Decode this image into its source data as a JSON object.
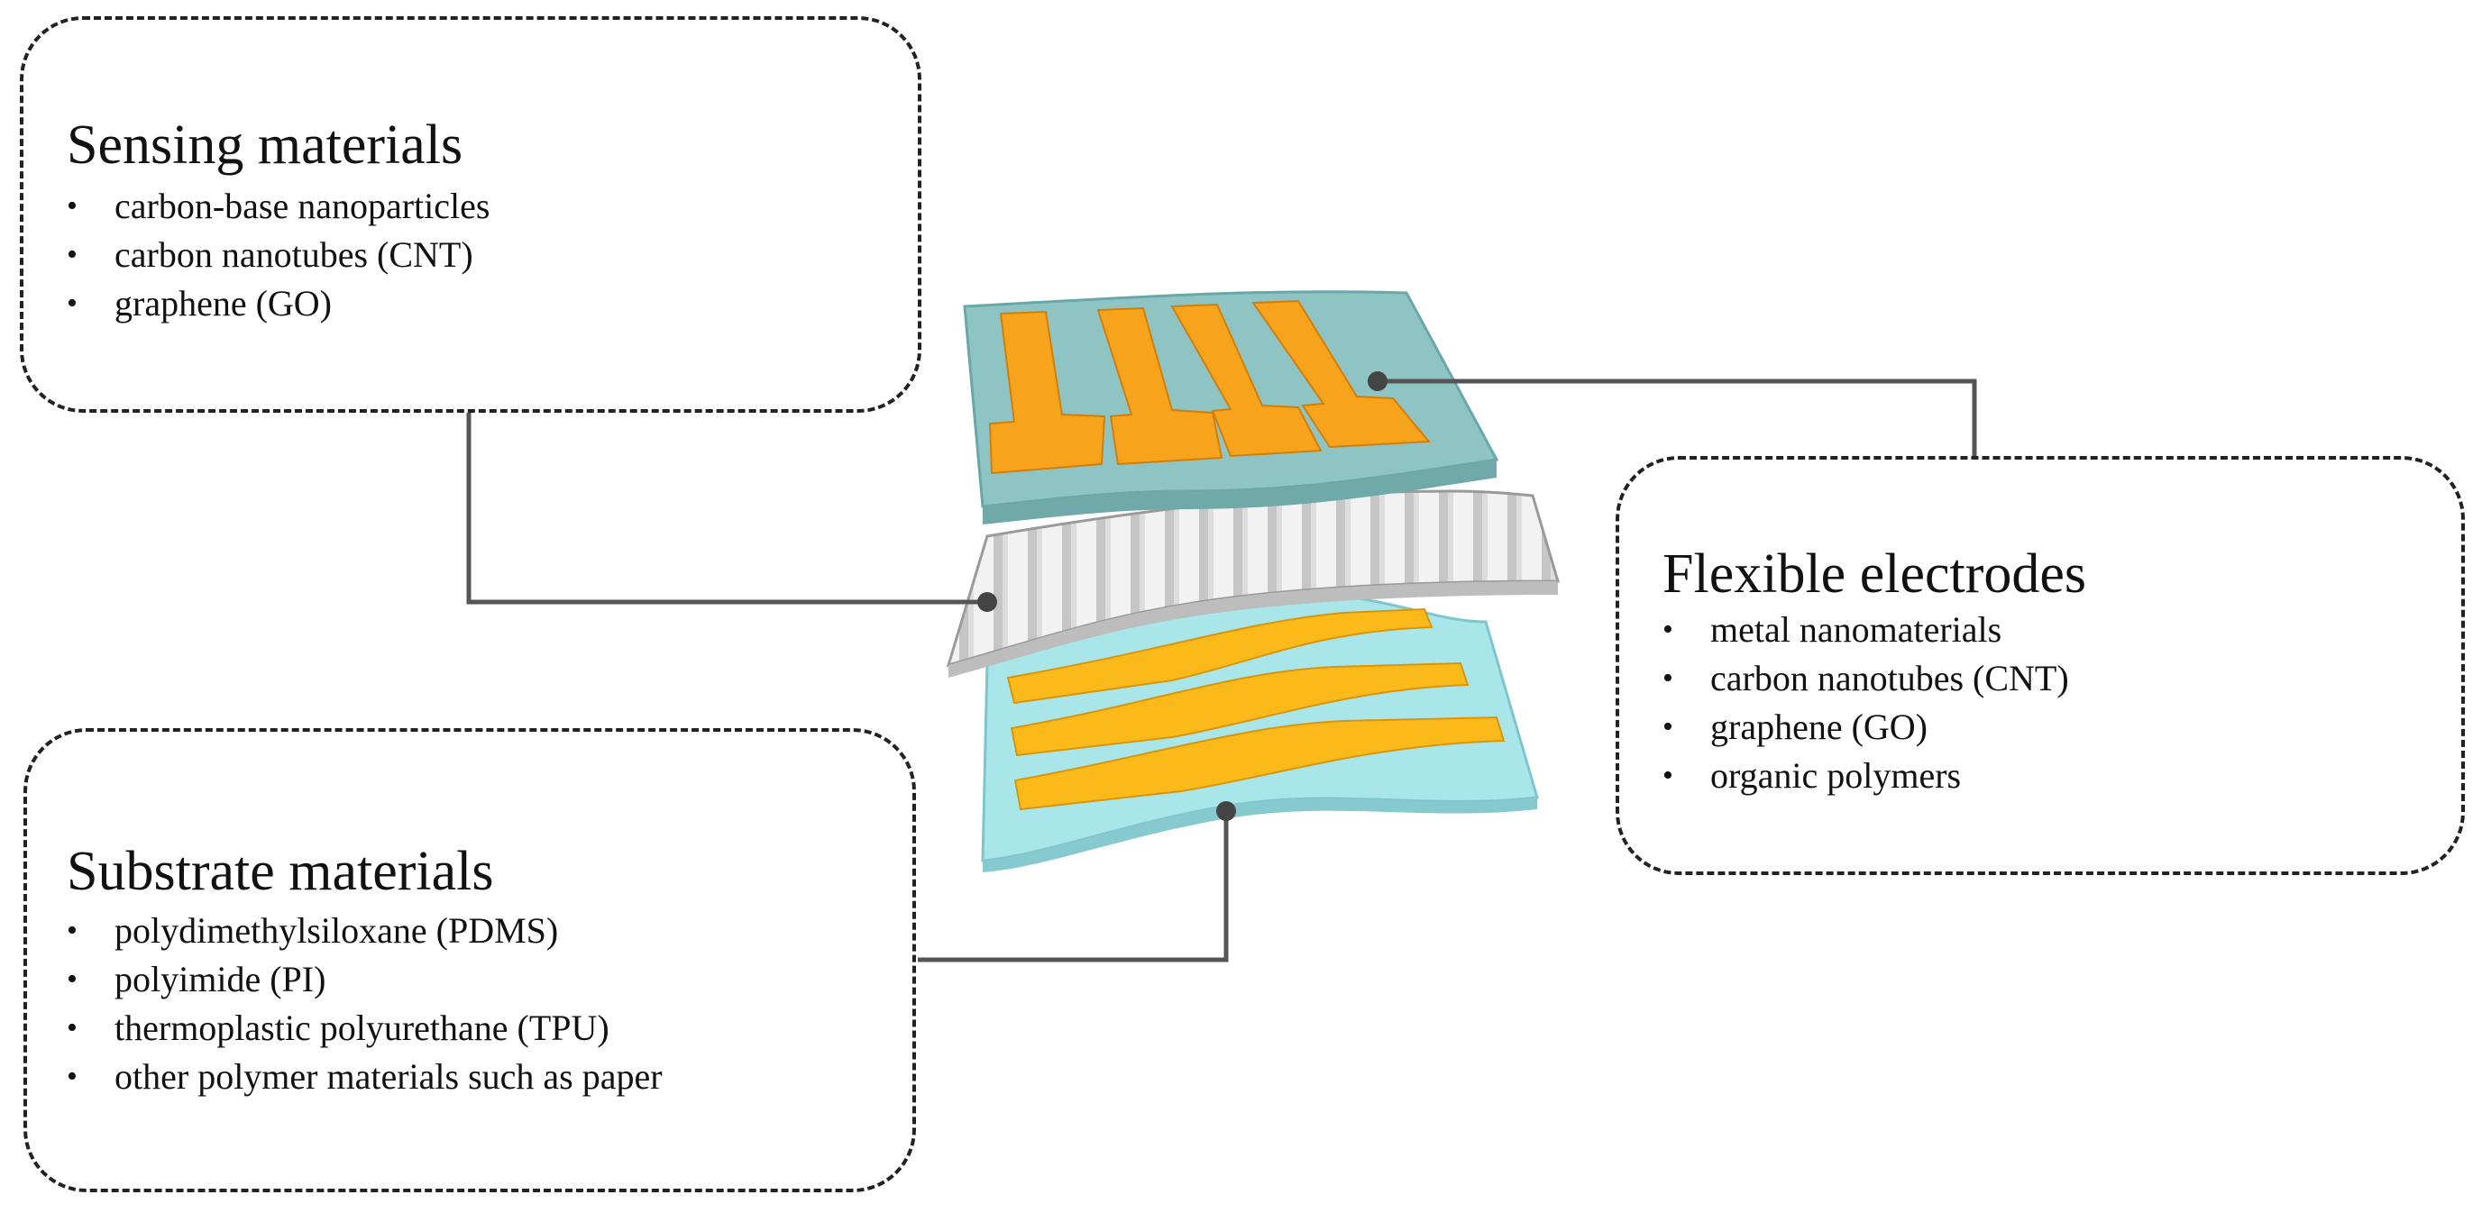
{
  "sensing": {
    "title": "Sensing materials",
    "items": [
      "carbon-base nanoparticles",
      "carbon nanotubes (CNT)",
      "graphene (GO)"
    ]
  },
  "substrate": {
    "title": "Substrate materials",
    "items": [
      "polydimethylsiloxane (PDMS)",
      "polyimide (PI)",
      "thermoplastic polyurethane (TPU)",
      "other polymer materials such as paper"
    ]
  },
  "electrodes": {
    "title": "Flexible electrodes",
    "items": [
      "metal nanomaterials",
      "carbon nanotubes (CNT)",
      "graphene (GO)",
      "organic polymers"
    ]
  },
  "colors": {
    "electrode_orange": "#f7a31b",
    "electrode_yellow": "#fbb91a",
    "top_layer": "#8fc4c4",
    "bottom_layer": "#a8e6ea",
    "middle_layer": "#e8e8e8",
    "connector": "#555555"
  }
}
